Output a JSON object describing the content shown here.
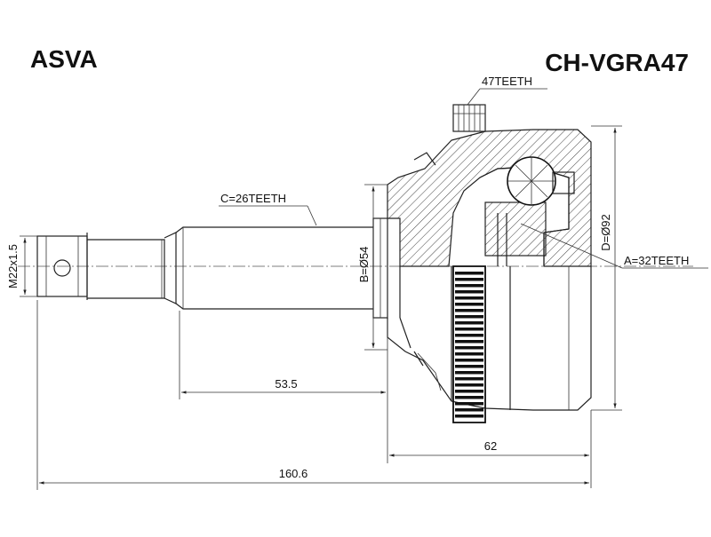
{
  "header": {
    "brand": "ASVA",
    "part_number": "CH-VGRA47"
  },
  "labels": {
    "abs_teeth": "47TEETH",
    "spline_c": "C=26TEETH",
    "spline_a": "A=32TEETH",
    "dia_b": "B=Ø54",
    "dia_d": "D=Ø92",
    "thread": "M22x1.5"
  },
  "dimensions": {
    "stem_length": "53.5",
    "housing_length": "62",
    "overall_length": "160.6"
  }
}
